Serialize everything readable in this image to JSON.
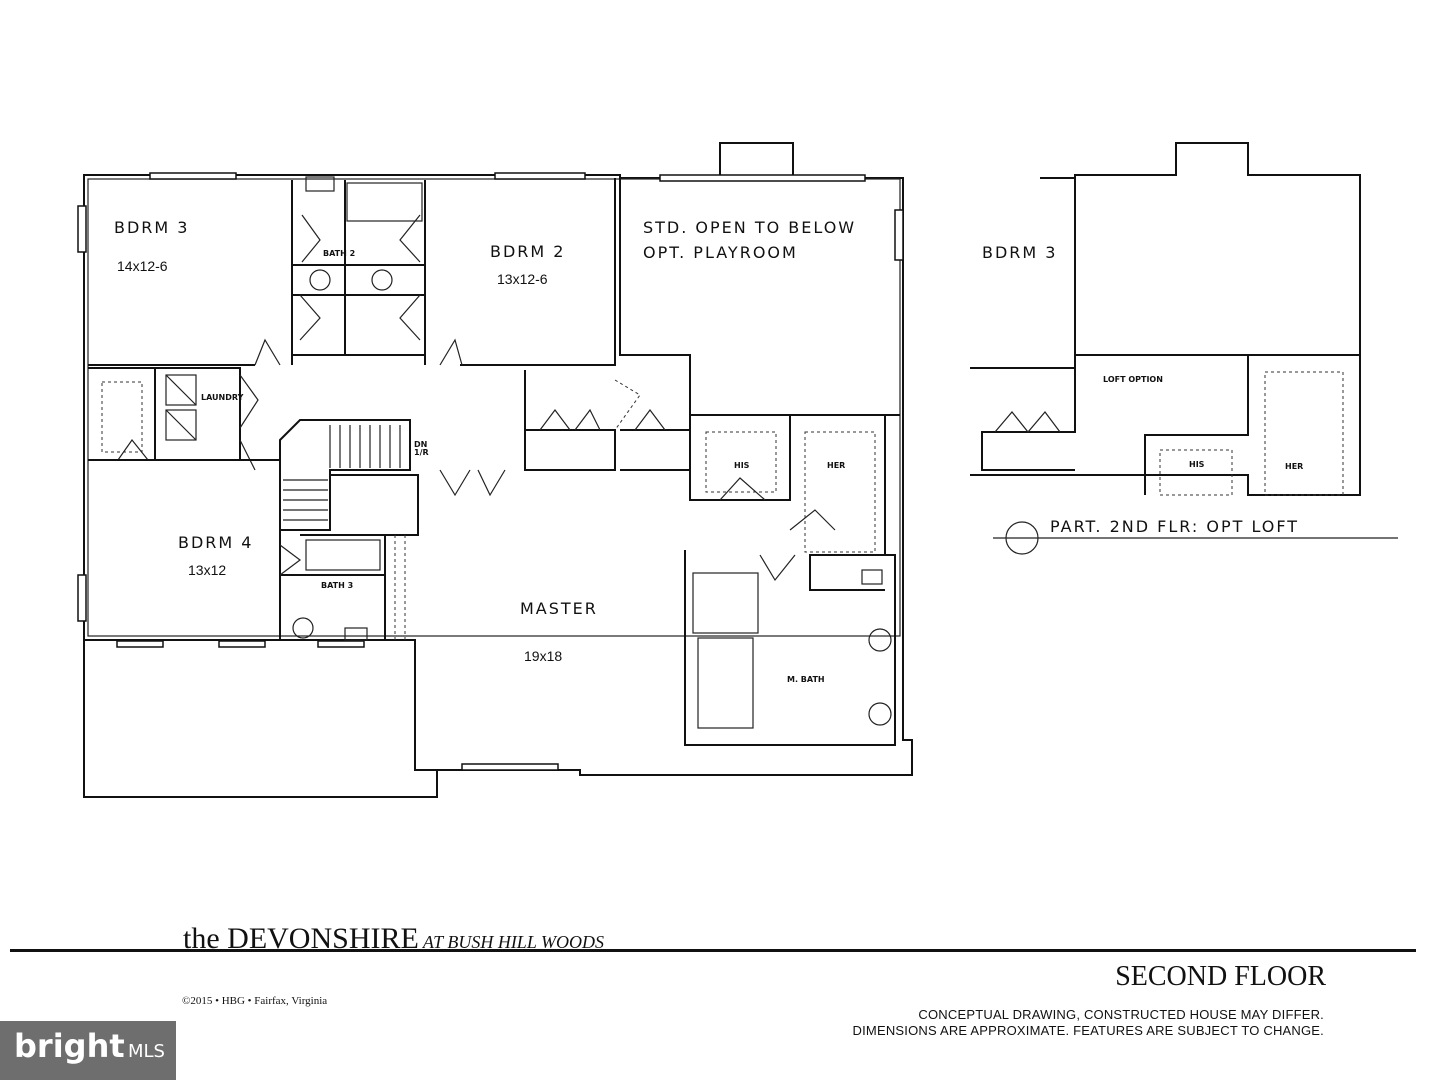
{
  "rooms": {
    "bdrm3": {
      "label": "BDRM 3",
      "size": "14x12-6"
    },
    "bdrm2": {
      "label": "BDRM 2",
      "size": "13x12-6"
    },
    "open_below": {
      "line1": "STD. OPEN TO BELOW",
      "line2": "OPT. PLAYROOM"
    },
    "bath2": {
      "label": "BATH 2"
    },
    "laundry": {
      "label": "LAUNDRY"
    },
    "stairs": {
      "label1": "DN",
      "label2": "1/R"
    },
    "bdrm4": {
      "label": "BDRM 4",
      "size": "13x12"
    },
    "bath3": {
      "label": "BATH 3"
    },
    "master": {
      "label": "MASTER",
      "size": "19x18"
    },
    "his": {
      "label": "HIS"
    },
    "her": {
      "label": "HER"
    },
    "mbath": {
      "label": "M. BATH"
    }
  },
  "loft_option": {
    "bdrm3_label": "BDRM 3",
    "loft_label": "LOFT OPTION",
    "his_label": "HIS",
    "her_label": "HER",
    "caption": "PART. 2ND FLR: OPT LOFT"
  },
  "title": {
    "main": "the DEVONSHIRE",
    "sub": "AT BUSH HILL WOODS"
  },
  "floor_name": "SECOND FLOOR",
  "copyright": "©2015 • HBG • Fairfax, Virginia",
  "disclaimer": {
    "line1": "CONCEPTUAL DRAWING, CONSTRUCTED HOUSE MAY DIFFER.",
    "line2": "DIMENSIONS ARE APPROXIMATE. FEATURES ARE SUBJECT TO CHANGE."
  },
  "watermark": {
    "brand": "bright",
    "suffix": "MLS"
  }
}
